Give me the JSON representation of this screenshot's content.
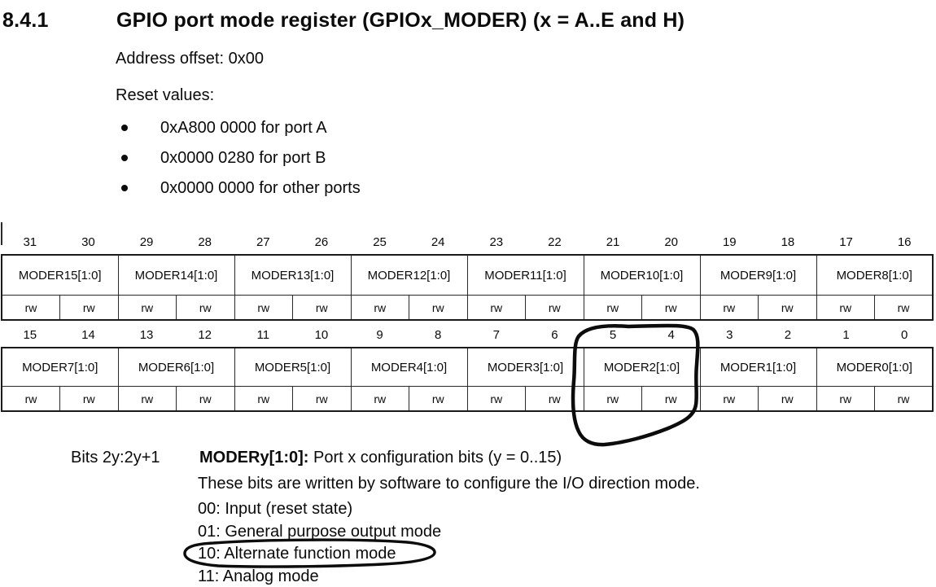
{
  "page": {
    "section_number": "8.4.1",
    "title": "GPIO port mode register (GPIOx_MODER) (x = A..E and H)",
    "address_offset": "Address offset: 0x00",
    "reset_values_label": "Reset values:",
    "reset_values": [
      "0xA800 0000 for port A",
      "0x0000 0280 for port B",
      "0x0000 0000 for other ports"
    ]
  },
  "register_tables": [
    {
      "bits": [
        "31",
        "30",
        "29",
        "28",
        "27",
        "26",
        "25",
        "24",
        "23",
        "22",
        "21",
        "20",
        "19",
        "18",
        "17",
        "16"
      ],
      "fields": [
        "MODER15[1:0]",
        "MODER14[1:0]",
        "MODER13[1:0]",
        "MODER12[1:0]",
        "MODER11[1:0]",
        "MODER10[1:0]",
        "MODER9[1:0]",
        "MODER8[1:0]"
      ],
      "access": [
        "rw",
        "rw",
        "rw",
        "rw",
        "rw",
        "rw",
        "rw",
        "rw",
        "rw",
        "rw",
        "rw",
        "rw",
        "rw",
        "rw",
        "rw",
        "rw"
      ]
    },
    {
      "bits": [
        "15",
        "14",
        "13",
        "12",
        "11",
        "10",
        "9",
        "8",
        "7",
        "6",
        "5",
        "4",
        "3",
        "2",
        "1",
        "0"
      ],
      "fields": [
        "MODER7[1:0]",
        "MODER6[1:0]",
        "MODER5[1:0]",
        "MODER4[1:0]",
        "MODER3[1:0]",
        "MODER2[1:0]",
        "MODER1[1:0]",
        "MODER0[1:0]"
      ],
      "access": [
        "rw",
        "rw",
        "rw",
        "rw",
        "rw",
        "rw",
        "rw",
        "rw",
        "rw",
        "rw",
        "rw",
        "rw",
        "rw",
        "rw",
        "rw",
        "rw"
      ]
    }
  ],
  "description": {
    "bits_label": "Bits 2y:2y+1",
    "field_name": "MODERy[1:0]:",
    "field_desc": " Port x configuration bits (y = 0..15)",
    "lines": [
      "These bits are written by software to configure the I/O direction mode.",
      "00: Input (reset state)",
      "01: General purpose output mode",
      "10: Alternate function mode",
      "11: Analog mode"
    ]
  },
  "annotations": {
    "ink_color": "#0c0c0c",
    "circled_bits": "5:4",
    "circled_register_field": "MODER2[1:0]",
    "circled_option": "10: Alternate function mode"
  }
}
